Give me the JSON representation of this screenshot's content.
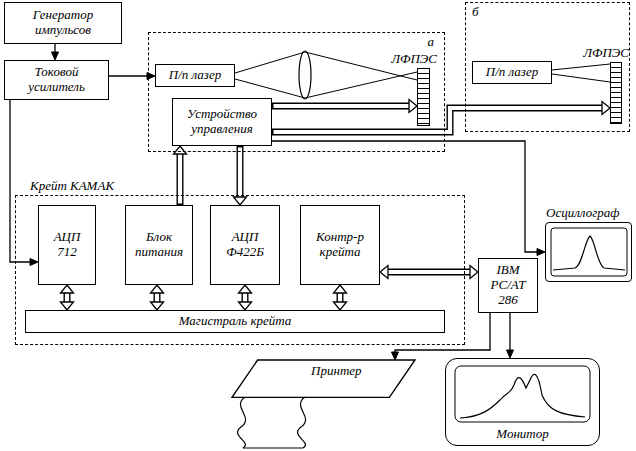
{
  "diagram": {
    "nodes": [
      {
        "text": [
          "Генератор импульсов"
        ]
      },
      {
        "text": [
          "Токовой усилитель"
        ]
      },
      {
        "text": [
          "а"
        ]
      },
      {
        "text": [
          "П/п лазер"
        ],
        "in": 2
      },
      {
        "text": [
          "ЛФПЭС"
        ],
        "in": 2
      },
      {
        "text": [
          "Устройство управления"
        ],
        "in": 2
      },
      {
        "text": [
          "б"
        ]
      },
      {
        "text": [
          "П/п лазер"
        ],
        "in": 6
      },
      {
        "text": [
          "ЛФПЭС"
        ],
        "in": 6
      },
      {
        "text": [
          "Осциллограф"
        ]
      },
      {
        "text": [
          "Крейт КАМАК"
        ]
      },
      {
        "text": [
          "АЦП 712"
        ],
        "in": 10
      },
      {
        "text": [
          "Блок питания"
        ],
        "in": 10
      },
      {
        "text": [
          "АЦП Ф422Б"
        ],
        "in": 10
      },
      {
        "text": [
          "Контр-р крейта"
        ],
        "in": 10
      },
      {
        "text": [
          "Магистраль крейта"
        ],
        "in": 10
      },
      {
        "text": [
          "IBM PC/AT 286"
        ]
      },
      {
        "text": [
          "Принтер"
        ]
      },
      {
        "text": [
          "Монитор"
        ]
      }
    ],
    "edges": [
      {
        "from": 0,
        "to": 1,
        "arrow": "to"
      },
      {
        "from": 1,
        "to": 3,
        "arrow": "to"
      },
      {
        "from": 1,
        "to": 11,
        "arrow": "to"
      },
      {
        "from": 5,
        "to": 4,
        "arrow": "to"
      },
      {
        "from": 5,
        "to": 8,
        "arrow": "to"
      },
      {
        "from": 5,
        "to": 9,
        "arrow": "to"
      },
      {
        "from": 12,
        "to": 5,
        "arrow": "to"
      },
      {
        "from": 5,
        "to": 13,
        "arrow": "to"
      },
      {
        "from": 14,
        "to": 16,
        "arrow": "both"
      },
      {
        "from": 11,
        "to": 15,
        "arrow": "both"
      },
      {
        "from": 12,
        "to": 15,
        "arrow": "both"
      },
      {
        "from": 13,
        "to": 15,
        "arrow": "both"
      },
      {
        "from": 14,
        "to": 15,
        "arrow": "both"
      },
      {
        "from": 16,
        "to": 18,
        "arrow": "to"
      },
      {
        "from": 16,
        "to": 17,
        "arrow": "to"
      }
    ]
  }
}
